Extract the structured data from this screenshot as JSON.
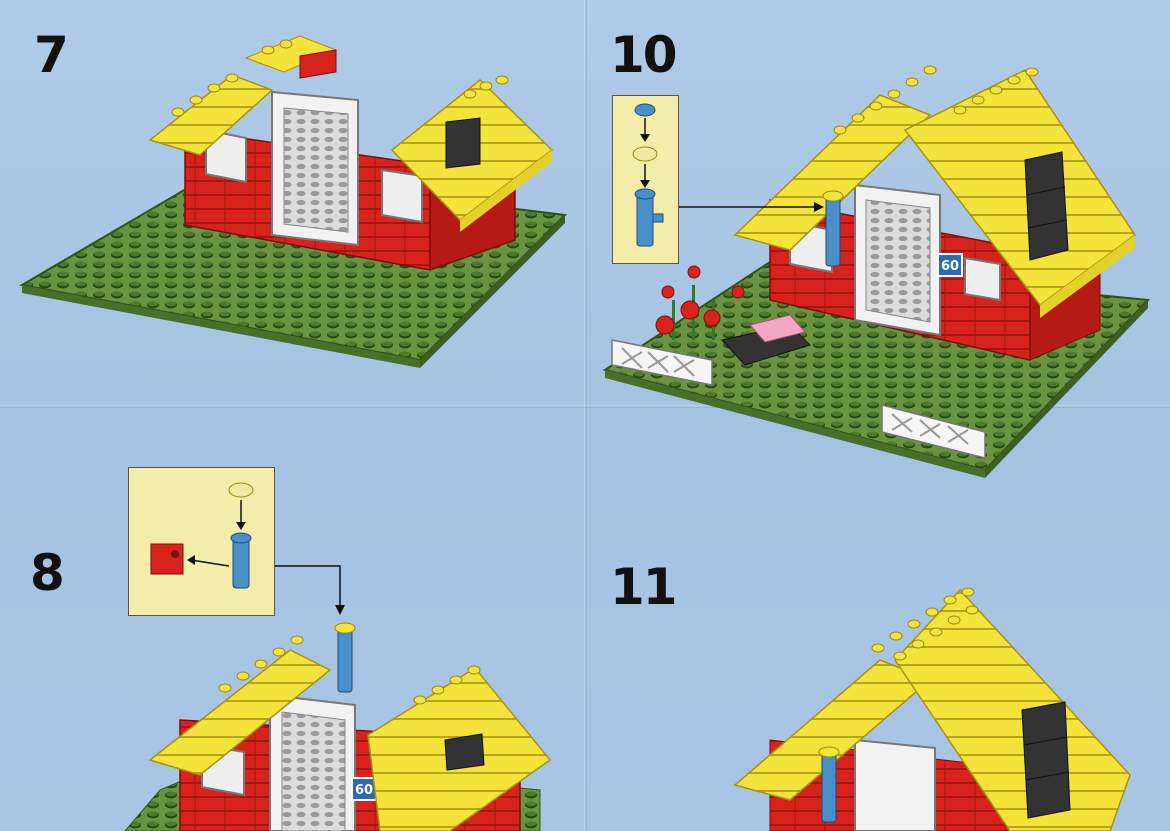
{
  "steps": [
    {
      "number": "7"
    },
    {
      "number": "8"
    },
    {
      "number": "10"
    },
    {
      "number": "11"
    }
  ],
  "house_number_badge": "60",
  "colors": {
    "background": "#a9c6e6",
    "baseplate": "#5f8a3a",
    "brick_red": "#d8221c",
    "roof_yellow": "#f4e33b",
    "door_white": "#f2f2f2",
    "chimney_black": "#333333",
    "lamp_blue": "#4a90c8",
    "callout_bg": "#f3eda9"
  }
}
